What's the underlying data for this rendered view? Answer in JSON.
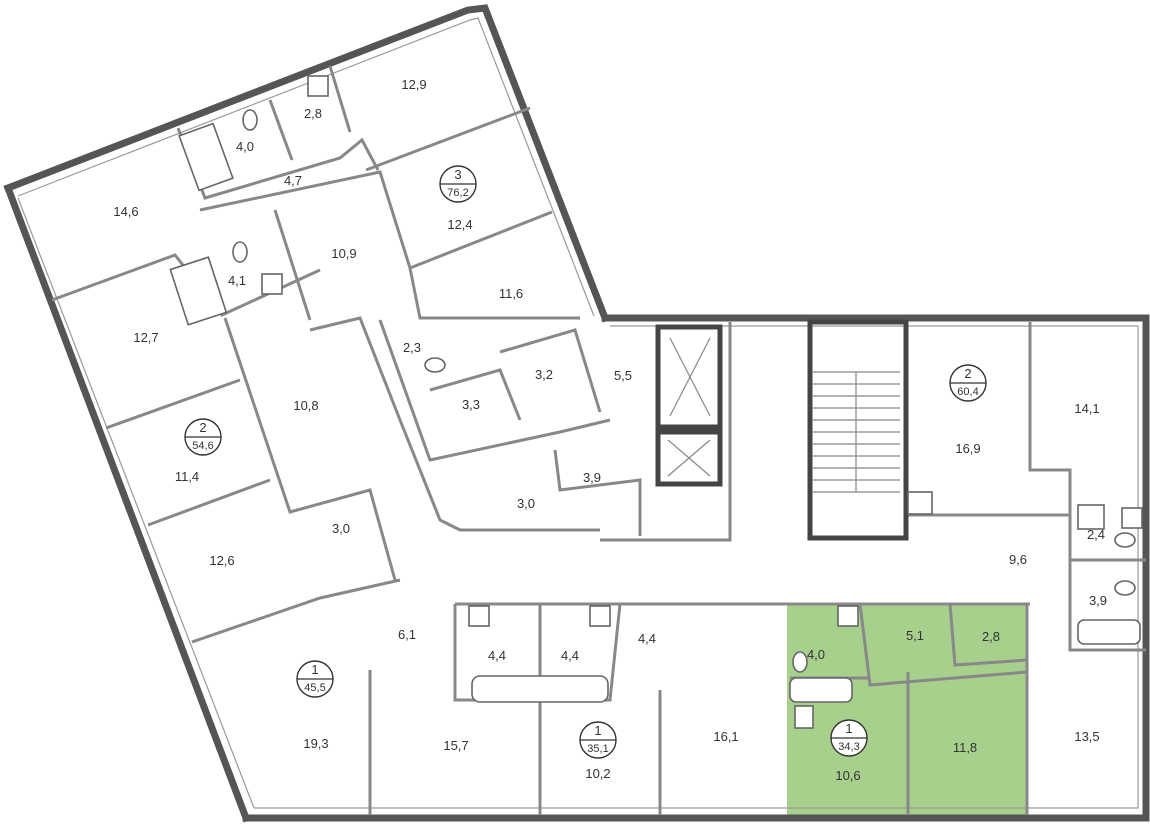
{
  "colors": {
    "wall": "#555555",
    "highlight": "#a8d08d",
    "label": "#333333"
  },
  "highlighted_unit": {
    "rooms": 1,
    "area": "34,3"
  },
  "apartments": [
    {
      "rooms": "3",
      "area": "76,2"
    },
    {
      "rooms": "2",
      "area": "54,6"
    },
    {
      "rooms": "1",
      "area": "45,5"
    },
    {
      "rooms": "1",
      "area": "35,1"
    },
    {
      "rooms": "1",
      "area": "34,3"
    },
    {
      "rooms": "2",
      "area": "60,4"
    }
  ],
  "rooms": [
    "14,6",
    "4,0",
    "2,8",
    "12,9",
    "4,7",
    "12,4",
    "10,9",
    "4,1",
    "11,6",
    "12,7",
    "2,3",
    "10,8",
    "3,3",
    "3,2",
    "5,5",
    "11,4",
    "3,0",
    "3,9",
    "12,6",
    "3,0",
    "6,1",
    "4,4",
    "4,4",
    "4,4",
    "19,3",
    "15,7",
    "10,2",
    "16,1",
    "4,0",
    "5,1",
    "2,8",
    "10,6",
    "11,8",
    "16,9",
    "14,1",
    "2,4",
    "9,6",
    "3,9",
    "13,5"
  ]
}
